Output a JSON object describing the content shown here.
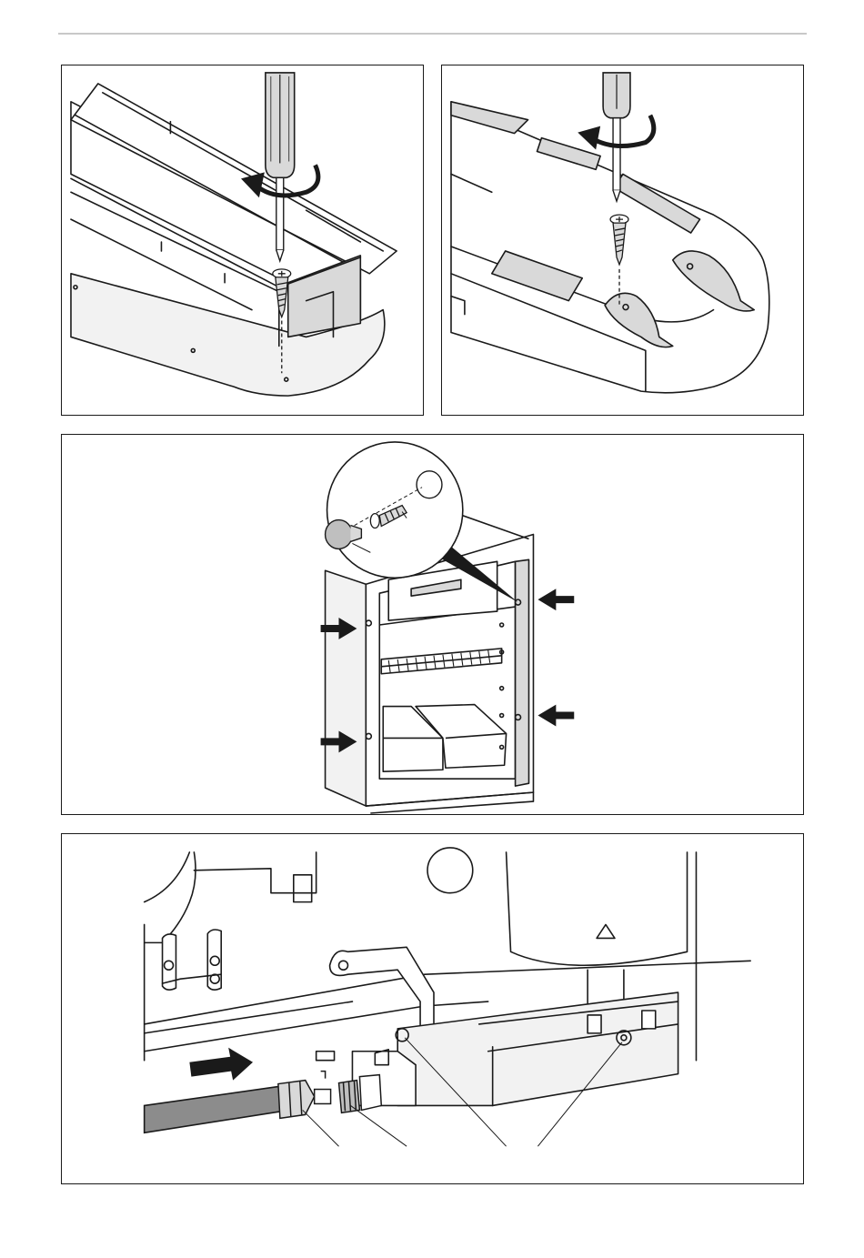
{
  "colors": {
    "rule": "#c8c8c8",
    "ink": "#1a1a1a",
    "shade": "#d9d9d9",
    "light": "#f2f2f2",
    "hose": "#8c8c8c",
    "arrow": "#1a1a1a",
    "paper": "#ffffff"
  },
  "figures": [
    {
      "id": "fig-top-frame-screw",
      "icons": [
        "screwdriver-icon",
        "rotation-arrow-icon",
        "screw-icon"
      ]
    },
    {
      "id": "fig-bottom-frame-screw",
      "icons": [
        "screwdriver-icon",
        "rotation-arrow-icon",
        "screw-icon"
      ]
    },
    {
      "id": "fig-refrigerator-side-screws",
      "icons": [
        "cap-icon",
        "screw-icon",
        "push-arrow-icon"
      ],
      "push_arrow_count": 4
    },
    {
      "id": "fig-gas-connection",
      "icons": [
        "push-arrow-icon",
        "hose-icon",
        "union-nut-icon",
        "fitting-icon"
      ]
    }
  ]
}
